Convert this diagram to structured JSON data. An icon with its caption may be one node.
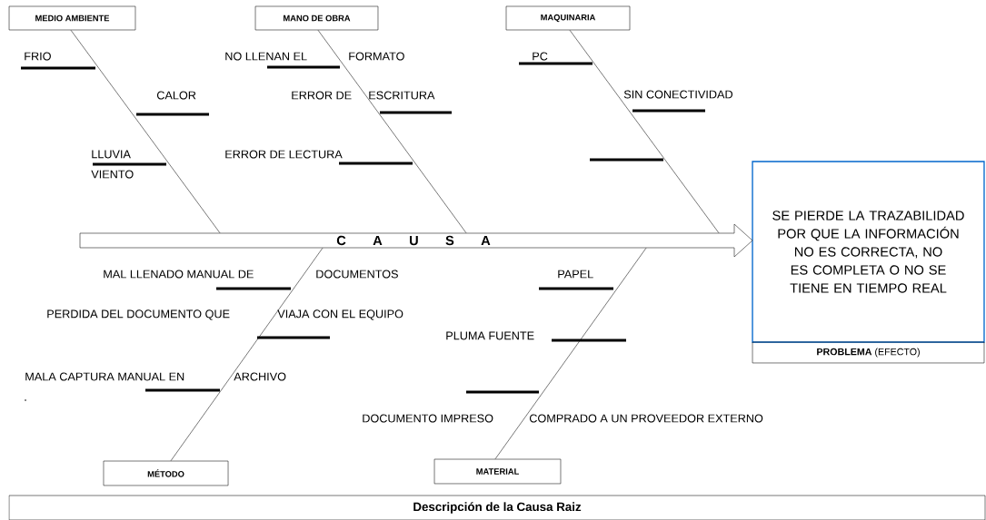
{
  "diagram": {
    "nodes": [
      {
        "text": [
          "MEDIO AMBIENTE"
        ]
      },
      {
        "text": [
          "MANO DE OBRA"
        ]
      },
      {
        "text": [
          "MAQUINARIA"
        ]
      },
      {
        "text": [
          "MÉTODO"
        ]
      },
      {
        "text": [
          "MATERIAL"
        ]
      },
      {
        "text": [
          "SE PIERDE LA TRAZABILIDAD POR QUE LA INFORMACIÓN NO ES CORRECTA, NO ES COMPLETA O NO SE TIENE EN TIEMPO REAL"
        ]
      },
      {
        "text": [
          "**PROBLEMA** (EFECTO)"
        ]
      },
      {
        "text": [
          "C A U S A"
        ]
      },
      {
        "text": [
          "Descripción de la Causa Raiz"
        ]
      }
    ],
    "edges": [
      {
        "from": 0,
        "to": 7,
        "arrow": "none"
      },
      {
        "from": 1,
        "to": 7,
        "arrow": "none"
      },
      {
        "from": 2,
        "to": 7,
        "arrow": "none"
      },
      {
        "from": 3,
        "to": 7,
        "arrow": "none"
      },
      {
        "from": 4,
        "to": 7,
        "arrow": "none"
      }
    ],
    "labels": [
      "FRIO",
      "NO LLENAN EL",
      "FORMATO",
      "PC",
      "CALOR",
      "ERROR DE",
      "ESCRITURA",
      "SIN CONECTIVIDAD",
      "LLUVIA",
      "ERROR DE LECTURA",
      "VIENTO",
      "MAL LLENADO MANUAL DE",
      "DOCUMENTOS",
      "PAPEL",
      "PERDIDA DEL DOCUMENTO QUE",
      "VIAJA CON EL EQUIPO",
      "PLUMA FUENTE",
      "MALA CAPTURA MANUAL EN",
      "ARCHIVO",
      ".",
      "DOCUMENTO IMPRESO",
      "COMPRADO A UN PROVEEDOR EXTERNO"
    ]
  }
}
